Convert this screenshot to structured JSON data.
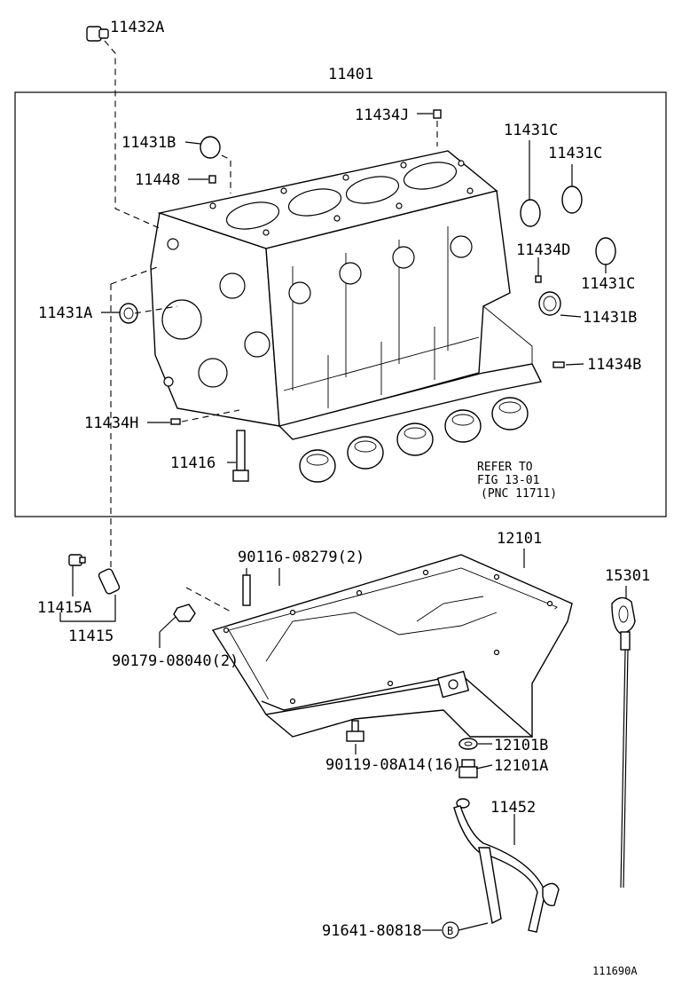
{
  "labels": {
    "p11432A": "11432A",
    "p11401": "11401",
    "p11434J": "11434J",
    "p11431C_1": "11431C",
    "p11431C_2": "11431C",
    "p11431C_3": "11431C",
    "p11431B_1": "11431B",
    "p11448": "11448",
    "p11434D": "11434D",
    "p11431A": "11431A",
    "p11431B_2": "11431B",
    "p11434B": "11434B",
    "p11434H": "11434H",
    "p11416": "11416",
    "refer_line1": "REFER TO",
    "refer_line2": "FIG 13-01",
    "refer_line3": "(PNC 11711)",
    "p90116": "90116-08279(2)",
    "p12101": "12101",
    "p15301": "15301",
    "p11415A": "11415A",
    "p11415": "11415",
    "p90179": "90179-08040(2)",
    "p12101B": "12101B",
    "p90119": "90119-08A14(16)",
    "p12101A": "12101A",
    "p11452": "11452",
    "p91641": "91641-80818",
    "circle_b": "B",
    "figure_id": "111690A"
  }
}
